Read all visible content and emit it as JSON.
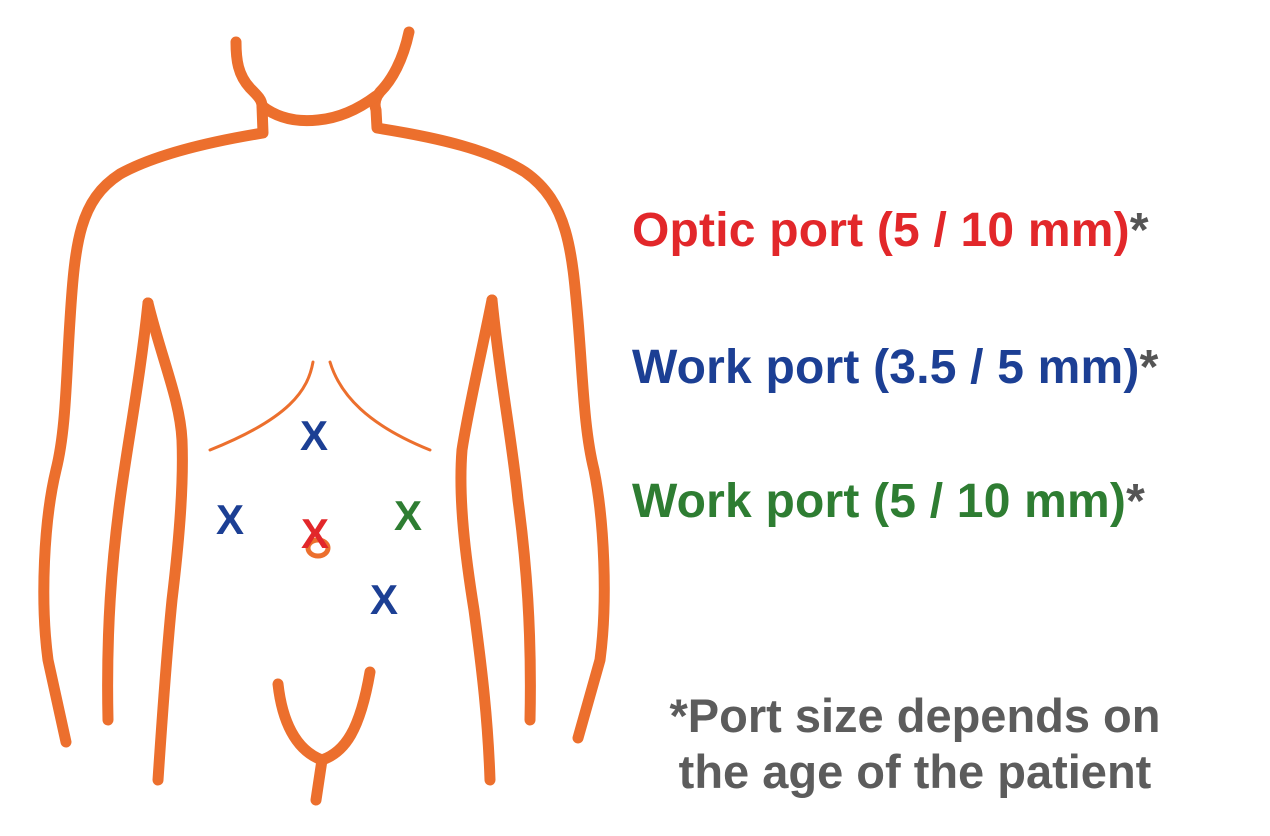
{
  "colors": {
    "outline": "#ec6f2d",
    "optic": "#e2272a",
    "work_blue": "#1c3f94",
    "work_green": "#2e7d32",
    "footnote": "#5c5c5c"
  },
  "diagram": {
    "ports": [
      {
        "id": "upper-center",
        "mark": "X",
        "color_key": "work_blue"
      },
      {
        "id": "left",
        "mark": "X",
        "color_key": "work_blue"
      },
      {
        "id": "umbilical",
        "mark": "X",
        "color_key": "optic"
      },
      {
        "id": "right",
        "mark": "X",
        "color_key": "work_green"
      },
      {
        "id": "lower-right",
        "mark": "X",
        "color_key": "work_blue"
      }
    ]
  },
  "legend": {
    "optic": {
      "text": "Optic port (5 / 10 mm)",
      "asterisk": "*"
    },
    "work_blue": {
      "text": "Work port (3.5 / 5 mm)",
      "asterisk": "*"
    },
    "work_green": {
      "text": "Work port (5 / 10 mm)",
      "asterisk": "*"
    }
  },
  "footnote": {
    "line1": "*Port size depends on",
    "line2": "the age of the patient"
  }
}
